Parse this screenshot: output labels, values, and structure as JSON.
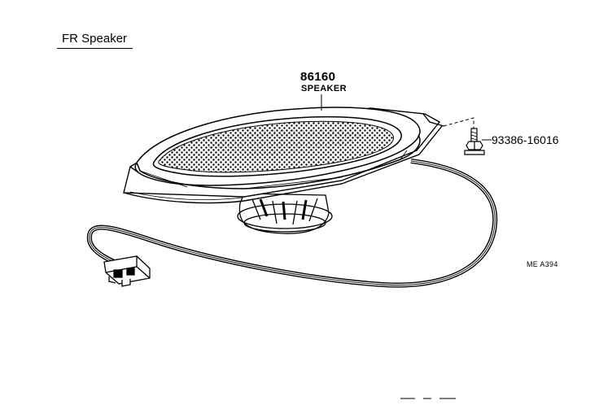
{
  "title": "FR Speaker",
  "speaker": {
    "part_number": "86160",
    "part_name": "SPEAKER"
  },
  "bolt": {
    "part_number": "93386-16016"
  },
  "illustration_code": "ME A394"
}
